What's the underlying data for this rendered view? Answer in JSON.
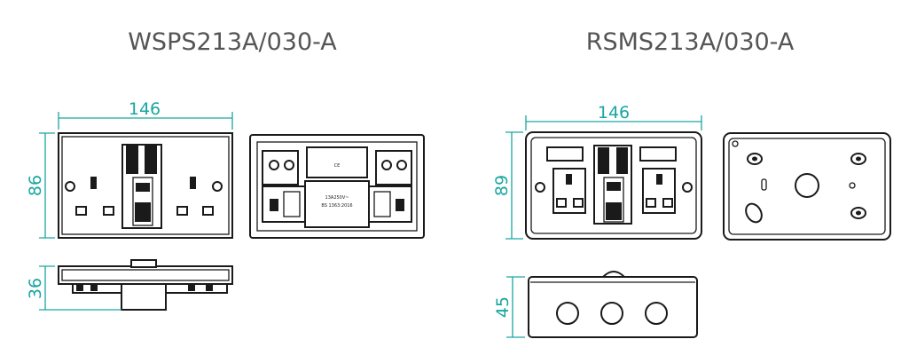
{
  "products": [
    {
      "model": "WSPS213A/030-A",
      "dims": {
        "width": "146",
        "height": "86",
        "depth": "36"
      },
      "rear_marks": {
        "ce": "CE",
        "rating": "13A250V~",
        "standard": "BS 1363:2016"
      }
    },
    {
      "model": "RSMS213A/030-A",
      "dims": {
        "width": "146",
        "height": "89",
        "depth": "45"
      }
    }
  ],
  "colors": {
    "dimension": "#1aa6a0",
    "outline": "#1a1a1a",
    "title": "#555555"
  }
}
